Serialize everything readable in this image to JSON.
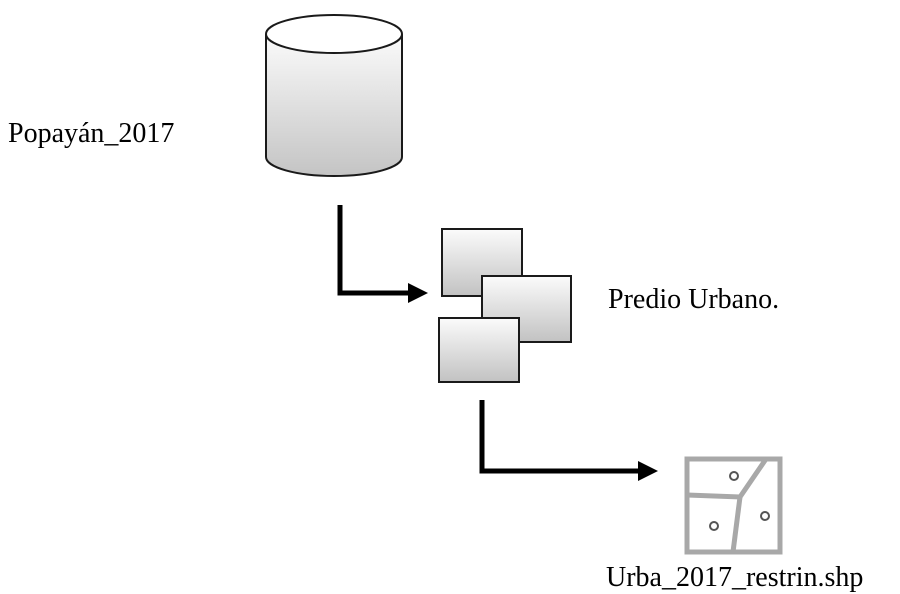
{
  "nodes": {
    "database": {
      "label": "Popayán_2017",
      "icon": "database-cylinder-icon"
    },
    "layers": {
      "label": "Predio Urbano.",
      "icon": "stacked-layers-icon"
    },
    "output": {
      "label": "Urba_2017_restrin.shp",
      "icon": "shapefile-polygon-icon"
    }
  },
  "colors": {
    "gradient_light": "#fbfbfb",
    "gradient_dark": "#c4c4c4",
    "outline": "#1a1a1a",
    "arrow": "#000000",
    "shapefile_stroke": "#a8a8a8",
    "shapefile_point": "#555555"
  }
}
